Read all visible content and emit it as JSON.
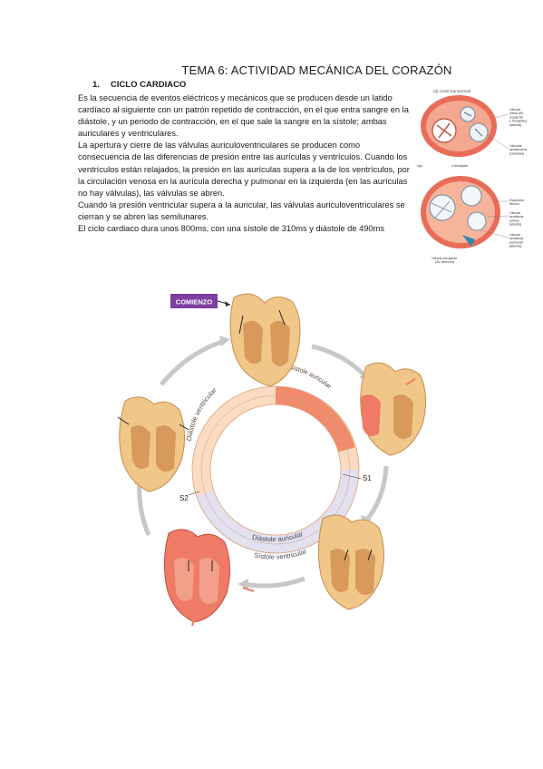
{
  "page": {
    "title": "TEMA 6: ACTIVIDAD MECÁNICA DEL CORAZÓN",
    "section_number": "1.",
    "section_title": "CICLO CARDIACO",
    "paragraphs": [
      "Es la secuencia de eventos eléctricos y mecánicos que se producen desde un latido cardíaco al siguiente con un patrón repetido de contracción, en el que entra sangre en la diástole, y un periodo de contracción, en el que sale la sangre en la sístole; ambas auriculares y ventriculares.",
      "La apertura y cierre de las válvulas auriculoventriculares se producen como consecuencia de las diferencias de presión entre las aurículas y ventrículos. Cuando los ventrículos están relajados, la presión en las aurículas supera a la de los ventrículos, por la circulación venosa en la aurícula derecha y pulmonar en la izquierda (en las aurículas no hay válvulas), las válvulas se abren.",
      "Cuando la presión ventricular supera a la auricular, las válvulas auriculoventriculares se cierran y se abren las semilunares.",
      "El ciclo cardiaco dura unos 800ms, con una sístole de 310ms y diástole de 490ms"
    ]
  },
  "figure_valves": {
    "header": "(d) Corte transversal",
    "labels": {
      "mitral": "Válvula mitral (AV izquierda o bicúspide) (abierta)",
      "semilunares_cerradas": "Válvulas semilunares (cerradas)",
      "tricuspide_small": "o tricúspide",
      "rojo": "rojo",
      "esqueleto": "Esqueleto fibroso",
      "aortica": "Válvula semilunar aórtica (abierta)",
      "pulmonar": "Válvula semilunar pulmonar (abierta)",
      "tricuspide": "Válvula tricúspide (AV derecha)"
    }
  },
  "figure_cycle": {
    "start_label": "COMIENZO",
    "ring": {
      "diastole_ventricular": "Diástole ventricular",
      "sistole_auricular": "Sístole auricular",
      "diastole_auricular": "Diástole auricular",
      "sistole_ventricular": "Sístole ventricular",
      "s1": "S1",
      "s2": "S2"
    },
    "colors": {
      "accent": "#7d3fa0",
      "ring_peach": "#fbdcc2",
      "ring_red": "#f08c6c",
      "ring_lavender": "#e3e0ef",
      "heart_tan": "#f0c689",
      "heart_red": "#ef7b66",
      "arrow_gray": "#c8c8c8"
    }
  }
}
